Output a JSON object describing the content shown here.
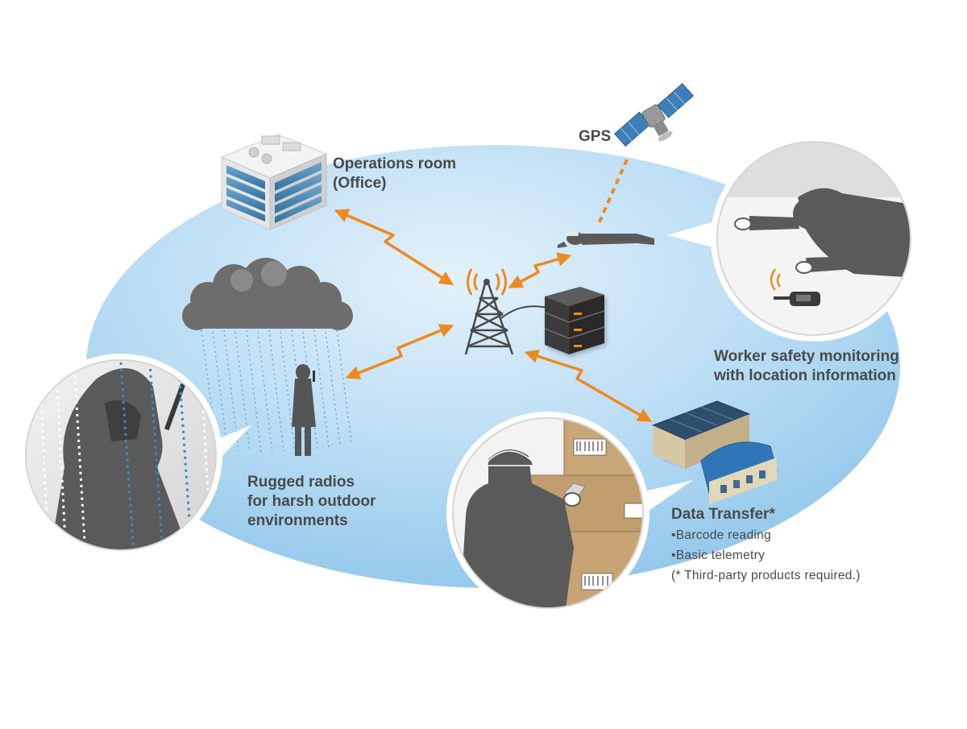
{
  "labels": {
    "gps": "GPS",
    "operations_room": [
      "Operations room",
      "(Office)"
    ],
    "worker_safety": [
      "Worker safety monitoring",
      "with location information"
    ],
    "rugged_radios": [
      "Rugged radios",
      "for harsh outdoor",
      "environments"
    ],
    "data_transfer": {
      "title": "Data Transfer*",
      "items": [
        "•Barcode reading",
        "•Basic telemetry"
      ],
      "note": "(* Third-party products required.)"
    }
  },
  "colors": {
    "ellipse": "#a9d3f0",
    "arrow": "#ee8a1e",
    "silhouette": "#5a5a5a",
    "box": "#c8a474",
    "text": "#4a4a4a"
  },
  "icons": [
    "office-building-icon",
    "satellite-icon",
    "radio-tower-icon",
    "server-rack-icon",
    "warehouse-icon",
    "rain-cloud-icon",
    "walkie-talkie-icon"
  ]
}
